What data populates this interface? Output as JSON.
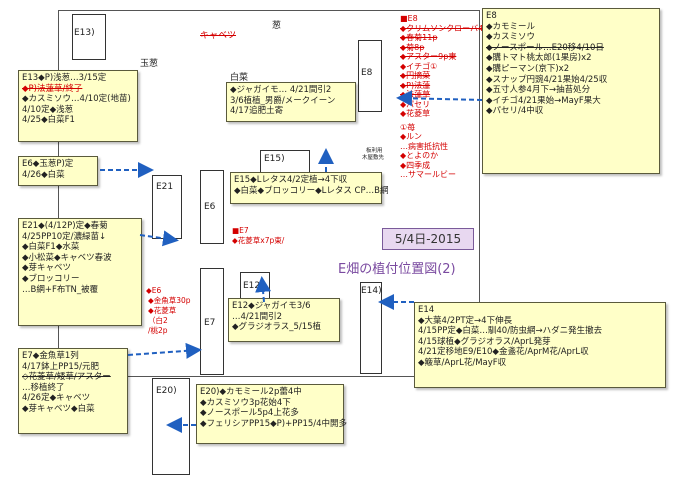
{
  "title": "5/4日-2015",
  "subtitle": "E畑の植付位置図(2)",
  "plot_labels": {
    "e13_top": "E13)",
    "e8": "E8",
    "e21": "E21",
    "e6": "E6",
    "e7": "E7",
    "e12": "E12)",
    "e14": "E14)",
    "e15": "E15)",
    "e20": "E20)"
  },
  "crop_labels": {
    "tamanegi": "玉葱",
    "cabbage": "キャベツ",
    "negi": "葱",
    "hakusai": "白菜",
    "e6_side_red": "◆E6",
    "kingyo_lines": [
      "◆金魚草30p",
      "◆花菱草",
      "（白2",
      "/桃2p"
    ],
    "e7_red_kakugou": "■E7",
    "e7_red_hanabishi": "◆花菱草x7p東/",
    "small_shop": [
      "板利用",
      "木屋敷先"
    ]
  },
  "e8_memo": {
    "header": "■E8",
    "lines": [
      "◆クリムソンクローバ4p",
      "◆春菊11p",
      "◆菊8p",
      "◆アスター9p東",
      "◆イチゴ①",
      "◆円摘菜",
      "◆P)法蓮",
      "◆法蓮草",
      "◆パセリ",
      "◆花菱草"
    ],
    "strike_flags": [
      true,
      true,
      true,
      true,
      false,
      true,
      true,
      true,
      false,
      false
    ],
    "below": [
      "①苺",
      "◆ルン",
      "…病害抵抗性",
      "◆とよのか",
      "◆四季成",
      "…サマールビー"
    ]
  },
  "notes": {
    "e13": [
      "E13◆P)浅葱…3/15定",
      "◆P)法蓮草/終了",
      "◆カスミソウ…4/10定(地苗)",
      "4/10定◆浅葱",
      "4/25◆白菜F1"
    ],
    "e13_strike": [
      false,
      true,
      false,
      false,
      false
    ],
    "cabbage_note": [
      "◆ジャガイモ… 4/21間引2",
      "3/6植植_男爵/メークイーン",
      "4/17追肥土寄"
    ],
    "e6": [
      "E6◆玉葱P)定",
      "4/26◆白菜"
    ],
    "e15": [
      "E15◆Lレタス4/2定植→4下収",
      "◆白菜◆ブロッコリー◆Lレタス CP…B網"
    ],
    "e21": [
      "E21◆(4/12P)定◆春菊",
      "4/25PP10定/濃緑苗↓",
      "◆白菜F1◆水菜",
      "◆小松菜◆キャベツ春波",
      "◆芽キャベツ",
      "◆ブロッコリー",
      "…B網+F布TN_被覆"
    ],
    "e12": [
      "E12◆ジャガイモ3/6",
      "…4/21間引2",
      "◆グラジオラス_5/15植"
    ],
    "e7": [
      "E7◆金魚草1列",
      "4/17鉢上PP15/元肥",
      "◇花菱草/矮草/アスター",
      "…移植終了",
      "4/26定◆キャベツ",
      "◆芽キャベツ◆白菜"
    ],
    "e7_strike": [
      false,
      false,
      true,
      false,
      false,
      false
    ],
    "e20": [
      "E20)◆カモミール2p蕾4中",
      "◆カスミソウ3p花始4下",
      "◆ノースポール5p4上花多",
      "◆フェリシアPP15◆P)+PP15/4中開多"
    ],
    "e8": [
      "E8",
      "◆カモミール",
      "◆カスミソウ",
      "◆ノースポール…E20移4/10日",
      "◆購トマト桃太郎(1果房)x2",
      "◆購ピーマン(京下)x2",
      "◆スナップ円豌4/21果始4/25収",
      "◆五寸人参4月下→抽苔処分",
      "◆イチゴ4/21果始→MayF果大",
      "◆パセリ/4中収"
    ],
    "e8_strike": [
      false,
      false,
      false,
      true,
      false,
      false,
      false,
      false,
      false,
      false
    ],
    "e14": [
      "E14",
      "◆大葉4/2PT定→4下伸長",
      "4/15PP定◆白菜…馴40/防虫網→ハダニ発生撤去",
      "4/15球植◆グラジオラス/AprL発芽",
      "4/21定移地E9/E10◆金盞花/AprM花/AprL収",
      "◆簸草/AprL花/MayF収"
    ],
    "e14_strike": [
      false,
      false,
      false,
      false,
      false,
      false
    ]
  },
  "colors": {
    "note_bg": "#ffffc8",
    "arrow": "#2060c0",
    "red_text": "#d40000",
    "title_bg": "#e8d8f0",
    "subtitle": "#7a4aa0"
  }
}
